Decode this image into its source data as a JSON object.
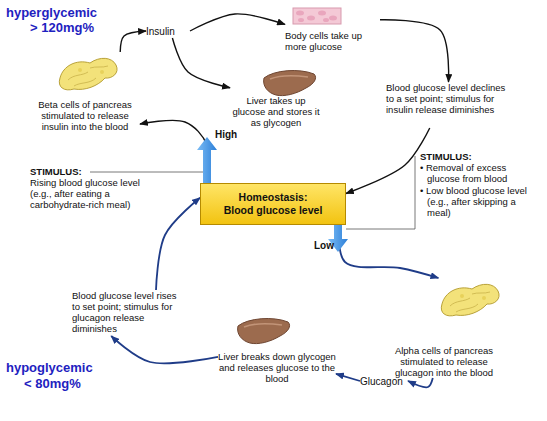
{
  "diagram": {
    "nodes": [
      {
        "text": [
          "Insulin"
        ]
      },
      {
        "text": [
          "Body cells take up more glucose"
        ]
      },
      {
        "text": [
          "Beta cells of pancreas stimulated to release insulin into the blood"
        ]
      },
      {
        "text": [
          "Liver takes up glucose and stores it as glycogen"
        ]
      },
      {
        "text": [
          "Blood glucose level declines to a set point; stimulus for insulin release diminishes"
        ]
      },
      {
        "text": [
          "Homeostasis:",
          "Blood glucose level"
        ]
      },
      {
        "text": [
          "Alpha cells of pancreas stimulated to release glucagon into the blood"
        ]
      },
      {
        "text": [
          "Glucagon"
        ]
      },
      {
        "text": [
          "Liver breaks down glycogen and releases glucose to the blood"
        ]
      },
      {
        "text": [
          "Blood glucose level rises to set point; stimulus for glucagon release diminishes"
        ]
      }
    ],
    "edges": [
      {
        "from": 5,
        "to": 2,
        "arrow": "to"
      },
      {
        "from": 2,
        "to": 0,
        "arrow": "to"
      },
      {
        "from": 0,
        "to": 1,
        "arrow": "to"
      },
      {
        "from": 0,
        "to": 3,
        "arrow": "to"
      },
      {
        "from": 1,
        "to": 4,
        "arrow": "to"
      },
      {
        "from": 4,
        "to": 5,
        "arrow": "to"
      },
      {
        "from": 5,
        "to": 6,
        "arrow": "to"
      },
      {
        "from": 6,
        "to": 7,
        "arrow": "to"
      },
      {
        "from": 7,
        "to": 8,
        "arrow": "to"
      },
      {
        "from": 8,
        "to": 9,
        "arrow": "to"
      },
      {
        "from": 9,
        "to": 5,
        "arrow": "to"
      }
    ],
    "labels": [
      "hyperglycemic",
      "> 120mg%",
      "STIMULUS:",
      "Rising blood glucose level (e.g., after eating a carbohydrate-rich meal)",
      "High",
      "Low",
      "STIMULUS:",
      "• Removal of excess glucose from blood",
      "• Low blood glucose level (e.g., after skipping a meal)",
      "hypoglycemic",
      "< 80mg%"
    ]
  }
}
